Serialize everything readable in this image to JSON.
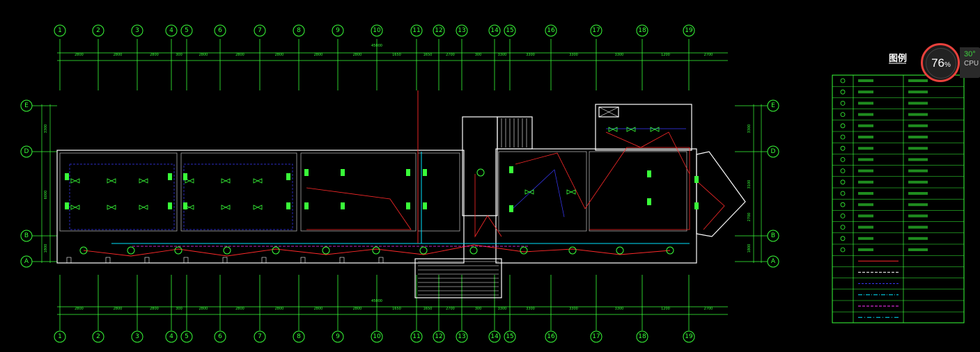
{
  "drawing": {
    "column_axes": [
      "1",
      "2",
      "3",
      "4",
      "5",
      "6",
      "7",
      "8",
      "9",
      "10",
      "11",
      "12",
      "13",
      "14",
      "15",
      "16",
      "17",
      "18",
      "19"
    ],
    "row_axes": [
      "E",
      "D",
      "B",
      "A"
    ],
    "top_dims": [
      "2800",
      "2800",
      "2800",
      "300",
      "2800",
      "2800",
      "2800",
      "2800",
      "2800",
      "1650",
      "1650",
      "2700",
      "300",
      "3300",
      "3300",
      "3300",
      "3300",
      "1200",
      "2700"
    ],
    "total_dim": "45000",
    "left_dims": [
      "3300",
      "6000",
      "1800"
    ],
    "right_dims": [
      "3300",
      "3100",
      "2700",
      "1800"
    ],
    "colors": {
      "background": "#000000",
      "grid": "#39ff39",
      "wall": "#ffffff",
      "circuit_red": "#ff2a2a",
      "circuit_blue": "#3a3aff",
      "circuit_cyan": "#00e5ff",
      "circuit_magenta": "#ff33ff"
    }
  },
  "legend": {
    "title": "图例"
  },
  "cpu_widget": {
    "value": "76",
    "unit": "%",
    "secondary_value": "30°",
    "label": "CPU"
  }
}
